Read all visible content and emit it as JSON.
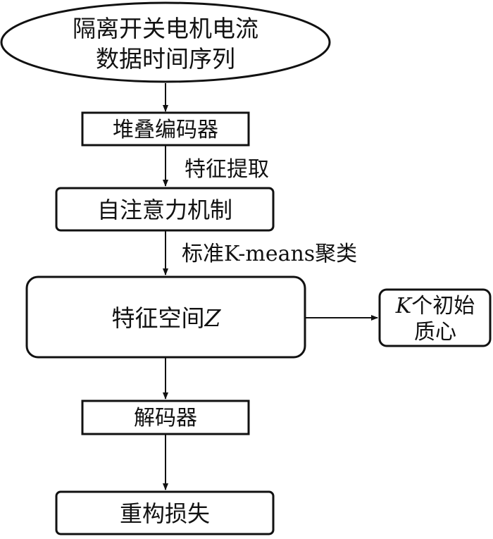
{
  "nodes": {
    "input": {
      "line1": "隔离开关电机电流",
      "line2": "数据时间序列"
    },
    "encoder": {
      "label": "堆叠编码器"
    },
    "attention": {
      "label": "自注意力机制"
    },
    "feature_space": {
      "label": "特征空间",
      "var": "Z"
    },
    "centroids": {
      "var": "K",
      "line1_rest": "个初始",
      "line2": "质心"
    },
    "decoder": {
      "label": "解码器"
    },
    "loss": {
      "label": "重构损失"
    }
  },
  "edges": {
    "feature_extract": "特征提取",
    "kmeans": "标准K-means聚类"
  }
}
